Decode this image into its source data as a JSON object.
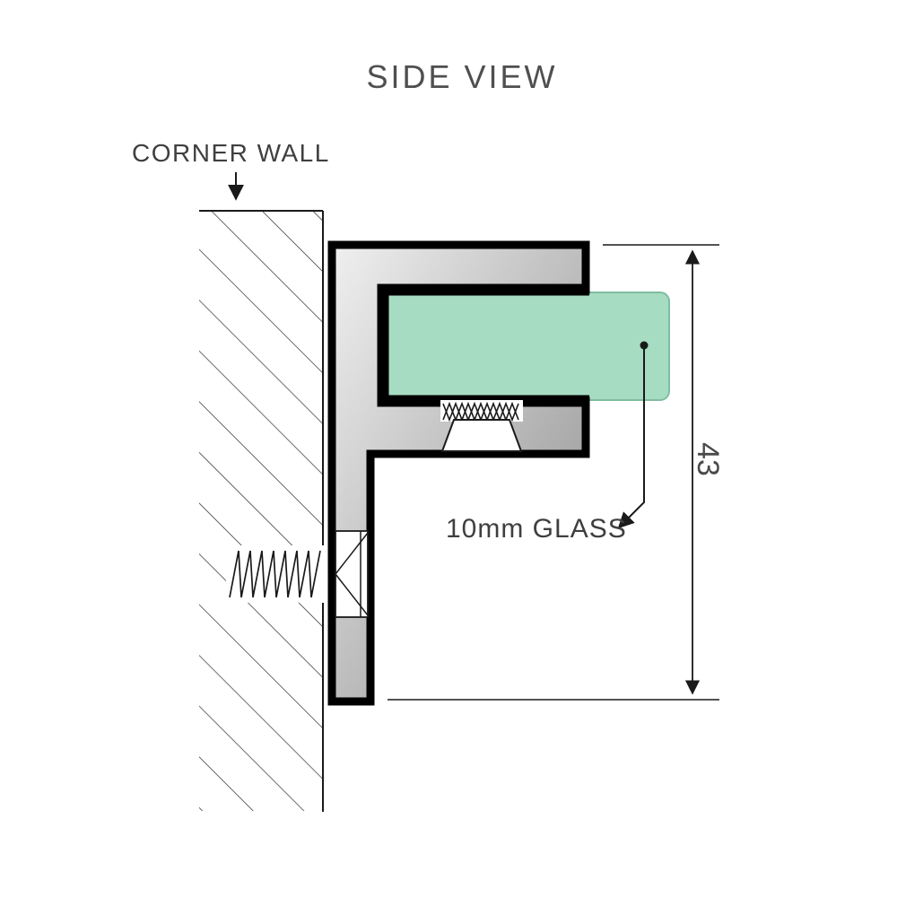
{
  "title": "SIDE VIEW",
  "annotations": {
    "corner_wall_label": "CORNER WALL",
    "glass_label": "10mm GLASS",
    "dimension_value": "43"
  },
  "colors": {
    "glass_fill": "#a6dcc2",
    "glass_edge": "#7fbda1",
    "bracket_light": "#f0f0f0",
    "bracket_dark": "#8c8c8c",
    "outline": "#000000",
    "line": "#1a1a1a",
    "text_title": "#4f4f4f",
    "text_label": "#3f3f3f"
  }
}
